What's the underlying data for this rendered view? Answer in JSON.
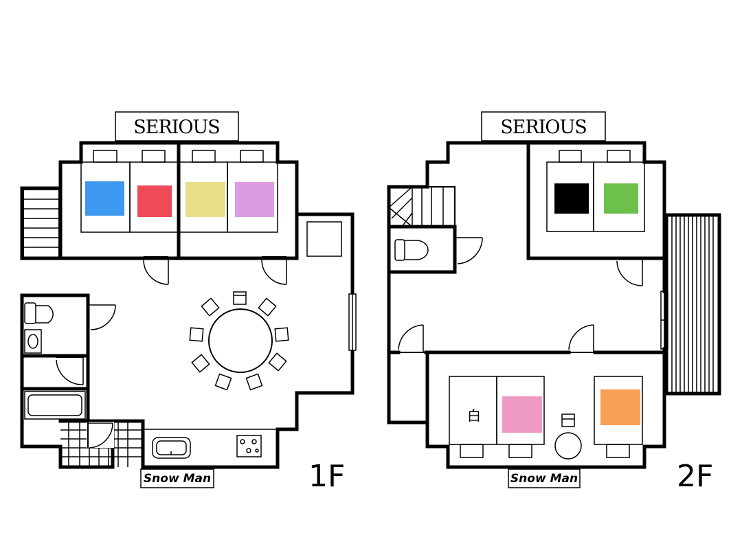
{
  "floors": [
    {
      "label": "1F",
      "sign": "SERIOUS",
      "logo": "Snow Man",
      "bed_colors": [
        "#3d98f0",
        "#ee4a58",
        "#eadd8a",
        "#dc9ce2"
      ]
    },
    {
      "label": "2F",
      "sign": "SERIOUS",
      "logo": "Snow Man",
      "bed_colors": [
        "#000000",
        "#6cc04b",
        "#ef9ac4",
        "#f79e57"
      ],
      "bed_text": "白"
    }
  ],
  "icons": [
    "stairs-icon",
    "toilet-icon",
    "sink-icon",
    "bathtub-icon",
    "dining-table-icon",
    "chair-icon",
    "stove-icon",
    "door-icon",
    "window-icon",
    "balcony-icon"
  ]
}
